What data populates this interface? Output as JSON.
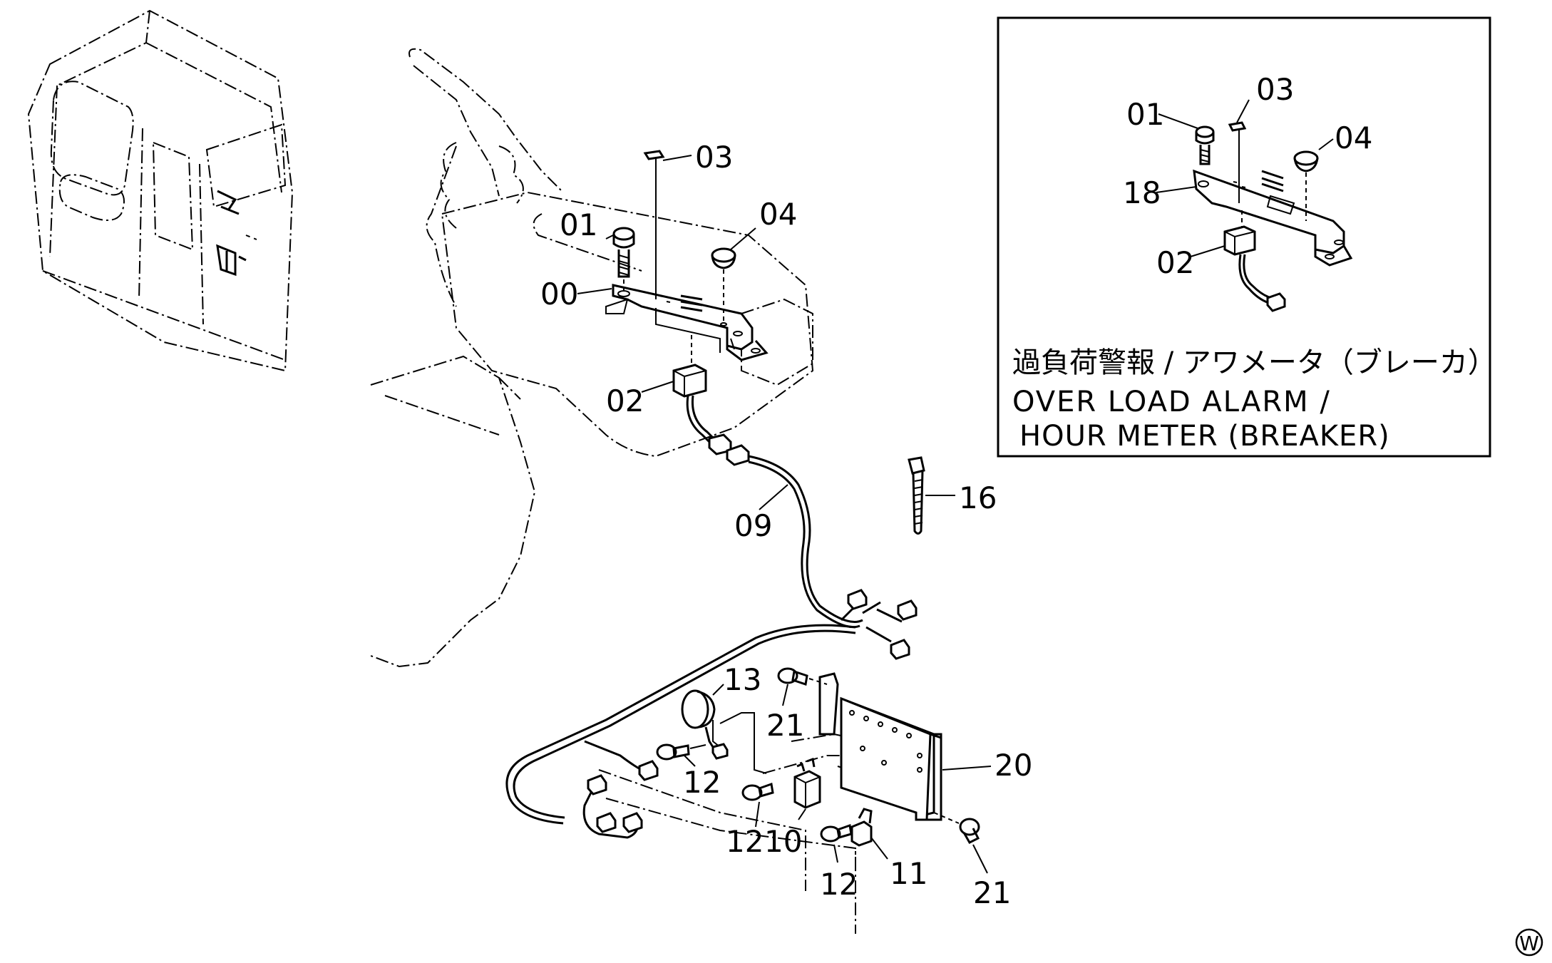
{
  "labels": {
    "bracket": "00",
    "bolt_main": "01",
    "switch_main": "02",
    "label_main": "03",
    "knob_main": "04",
    "harness": "09",
    "relay": "10",
    "relay_small": "11",
    "bolt_a": "12",
    "bolt_b": "12",
    "bolt_c": "12",
    "buzzer": "13",
    "tie": "16",
    "plate": "20",
    "bolt_top": "21",
    "bolt_bottom": "21"
  },
  "inset": {
    "bolt": "01",
    "label": "03",
    "knob": "04",
    "bracket": "18",
    "switch": "02",
    "caption_jp": "過負荷警報 / アワメータ（ブレーカ）",
    "caption_en_1": "OVER LOAD ALARM /",
    "caption_en_2": "HOUR METER (BREAKER)"
  },
  "corner_mark": "W"
}
